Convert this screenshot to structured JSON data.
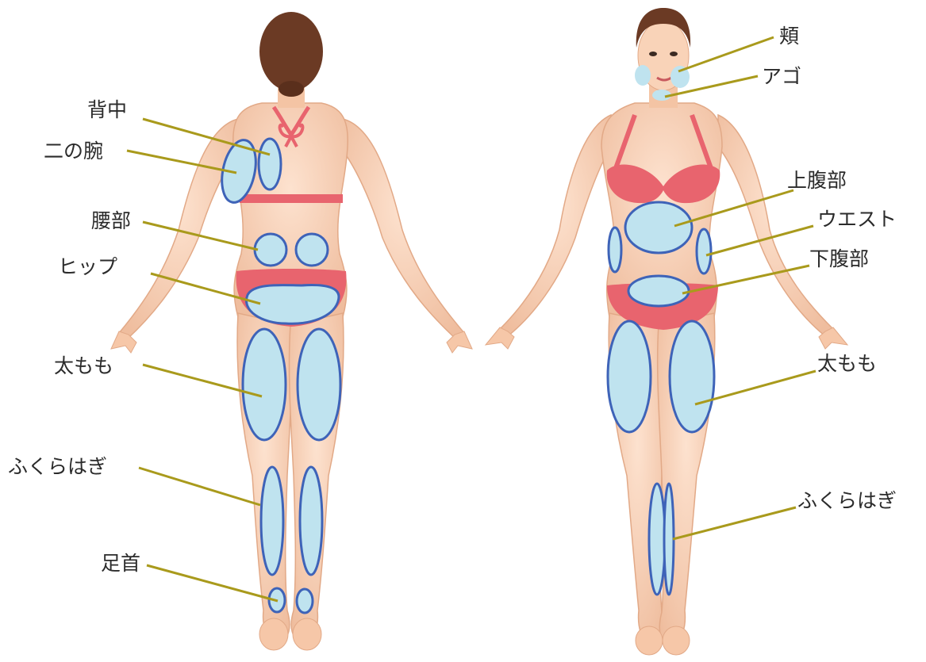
{
  "labels": {
    "back": {
      "senaka": "背中",
      "ninoude": "二の腕",
      "youbu": "腰部",
      "hip": "ヒップ",
      "futomomo": "太もも",
      "fukurahagi": "ふくらはぎ",
      "ashikubi": "足首"
    },
    "front": {
      "hoo": "頬",
      "ago": "アゴ",
      "joufukubu": "上腹部",
      "waist": "ウエスト",
      "kafukubu": "下腹部",
      "futomomo": "太もも",
      "fukurahagi": "ふくらはぎ"
    }
  },
  "colors": {
    "skin": "#f9d3b8",
    "skin_shade": "#eab596",
    "hair": "#6b3a24",
    "bikini": "#e8646e",
    "zone_fill": "#bfe3ef",
    "zone_stroke": "#3e63b8",
    "leader": "#a99a1c",
    "text": "#2b2b2b"
  }
}
